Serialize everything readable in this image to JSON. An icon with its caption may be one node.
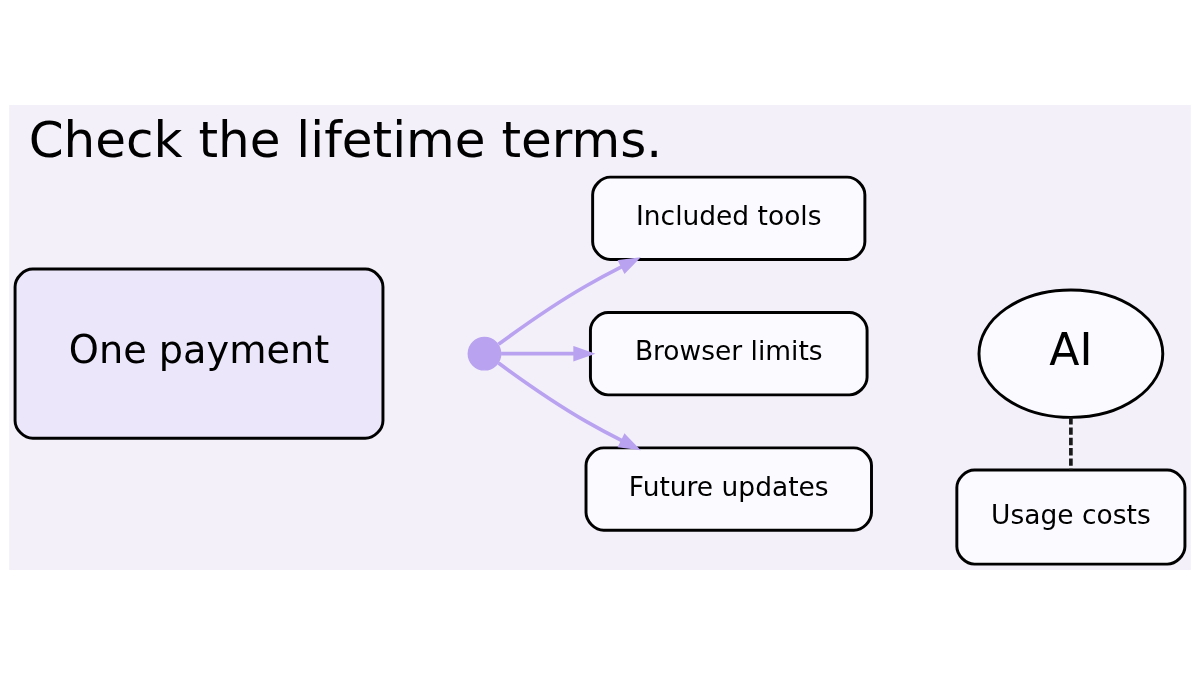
{
  "diagram": {
    "title": "Check the lifetime terms.",
    "nodes": [
      {
        "text": [
          "One payment"
        ]
      },
      {
        "text": [],
        "shape": "circle"
      },
      {
        "text": [
          "Included tools"
        ]
      },
      {
        "text": [
          "Browser limits"
        ]
      },
      {
        "text": [
          "Future updates"
        ]
      },
      {
        "text": [
          "AI"
        ]
      },
      {
        "text": [
          "Usage costs"
        ]
      }
    ],
    "edges": [
      {
        "from": 1,
        "to": 2,
        "arrow": "to"
      },
      {
        "from": 1,
        "to": 3,
        "arrow": "to"
      },
      {
        "from": 1,
        "to": 4,
        "arrow": "to"
      },
      {
        "from": 5,
        "to": 6,
        "arrow": "none",
        "style": "dashed",
        "color": "#1a1a1a"
      }
    ]
  }
}
